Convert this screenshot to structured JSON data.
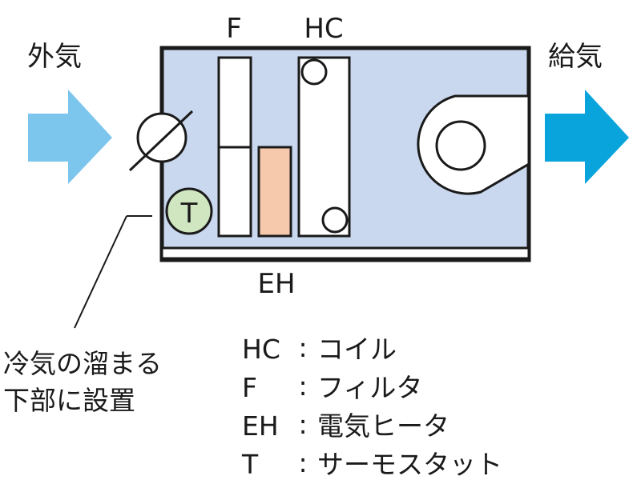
{
  "labels": {
    "outside_air": "外気",
    "supply_air": "給気",
    "filter": "F",
    "heating_coil": "HC",
    "electric_heater": "EH",
    "thermostat_symbol": "T",
    "note_line1": "冷気の溜まる",
    "note_line2": "下部に設置"
  },
  "legend": [
    {
      "code": "HC",
      "sep": ":",
      "desc": "コイル"
    },
    {
      "code": "F",
      "sep": ":",
      "desc": "フィルタ"
    },
    {
      "code": "EH",
      "sep": ":",
      "desc": "電気ヒータ"
    },
    {
      "code": "T",
      "sep": ":",
      "desc": "サーモスタット"
    }
  ],
  "colors": {
    "unit_fill": "#c9d8ee",
    "inlet_arrow": "#7cc6ee",
    "outlet_arrow": "#0aa4dc",
    "heater_fill": "#f6c9ad",
    "thermostat_fill": "#cfe6c1",
    "stroke": "#1a1a1a"
  }
}
